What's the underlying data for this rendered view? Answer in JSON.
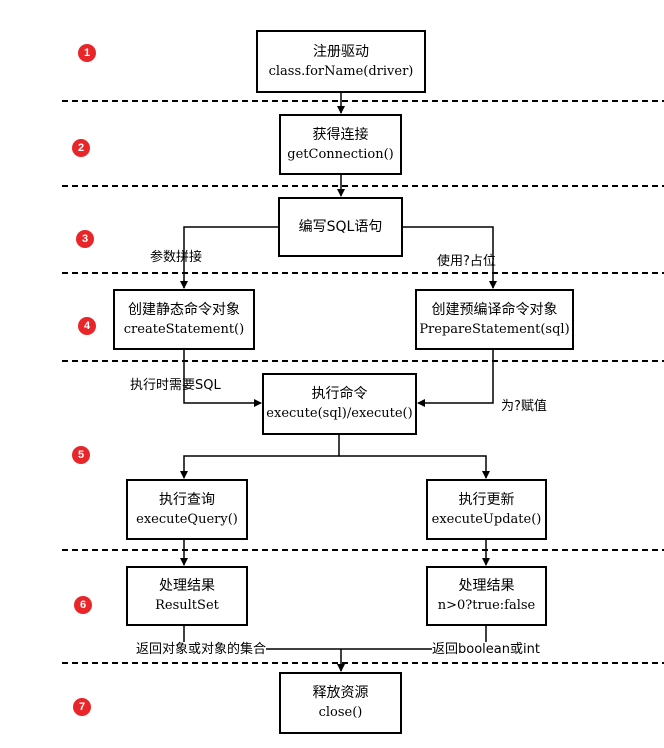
{
  "steps": [
    "1",
    "2",
    "3",
    "4",
    "5",
    "6",
    "7"
  ],
  "boxes": {
    "register": {
      "title": "注册驱动",
      "code": "class.forName(driver)"
    },
    "connect": {
      "title": "获得连接",
      "code": "getConnection()"
    },
    "write_sql": {
      "title": "编写SQL语句"
    },
    "create_stmt": {
      "title": "创建静态命令对象",
      "code": "createStatement()"
    },
    "prepare_stmt": {
      "title": "创建预编译命令对象",
      "code": "PrepareStatement(sql)"
    },
    "execute": {
      "title": "执行命令",
      "code": "execute(sql)/execute()"
    },
    "query": {
      "title": "执行查询",
      "code": "executeQuery()"
    },
    "update": {
      "title": "执行更新",
      "code": "executeUpdate()"
    },
    "result_set": {
      "title": "处理结果",
      "code": "ResultSet"
    },
    "result_int": {
      "title": "处理结果",
      "code": "n>0?true:false"
    },
    "close": {
      "title": "释放资源",
      "code": "close()"
    }
  },
  "labels": {
    "concat": "参数拼接",
    "placeholder": "使用?占位",
    "need_sql": "执行时需要SQL",
    "assign": "为?赋值",
    "return_objects": "返回对象或对象的集合",
    "return_bool": "返回boolean或int"
  }
}
